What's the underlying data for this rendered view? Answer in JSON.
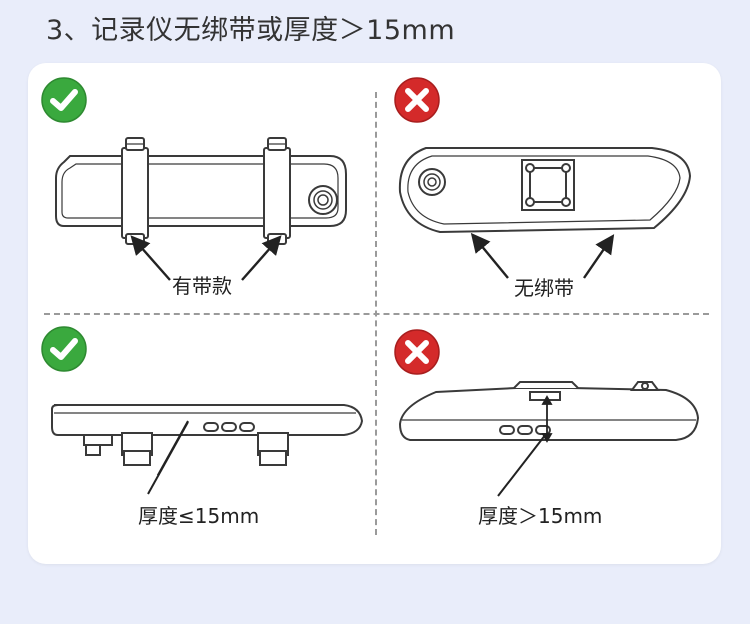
{
  "title": "3、记录仪无绑带或厚度＞15mm",
  "colors": {
    "ok": "#3aa93e",
    "no": "#d42a2a",
    "line": "#3a3a3a",
    "dash": "#9a9a9a",
    "background": "#e9edfa",
    "card": "#ffffff"
  },
  "panels": [
    {
      "status": "ok",
      "icon": "check-icon",
      "caption": "有带款"
    },
    {
      "status": "no",
      "icon": "cross-icon",
      "caption": "无绑带"
    },
    {
      "status": "ok",
      "icon": "check-icon",
      "caption": "厚度≤15mm"
    },
    {
      "status": "no",
      "icon": "cross-icon",
      "caption": "厚度＞15mm"
    }
  ]
}
